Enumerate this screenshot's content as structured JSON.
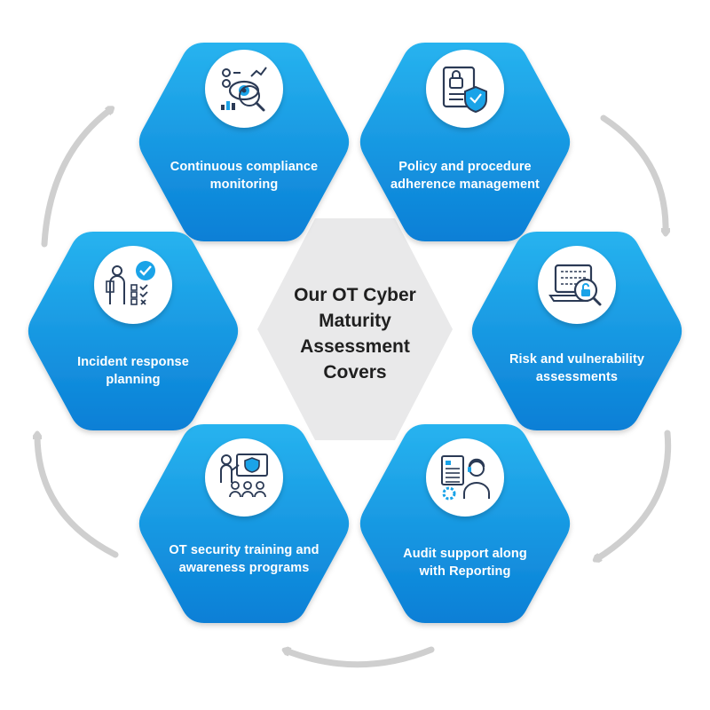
{
  "center": {
    "title": "Our OT Cyber\nMaturity\nAssessment\nCovers"
  },
  "colors": {
    "hex_top": "#27b3ef",
    "hex_bottom": "#0a7fd6",
    "center_hex": "#e9e9ea",
    "arrow": "#cfcfcf",
    "icon_dark": "#2b3a55",
    "icon_accent": "#1aa3e8"
  },
  "items": [
    {
      "label": "Continuous compliance\nmonitoring",
      "icon": "eye-analytics-icon"
    },
    {
      "label": "Policy and procedure\nadherence management",
      "icon": "document-lock-shield-icon"
    },
    {
      "label": "Risk and vulnerability\nassessments",
      "icon": "laptop-magnifier-lock-icon"
    },
    {
      "label": "Audit support along\nwith Reporting",
      "icon": "auditor-document-icon"
    },
    {
      "label": "OT security training and\nawareness programs",
      "icon": "presentation-training-icon"
    },
    {
      "label": "Incident response\nplanning",
      "icon": "checklist-person-icon"
    }
  ]
}
